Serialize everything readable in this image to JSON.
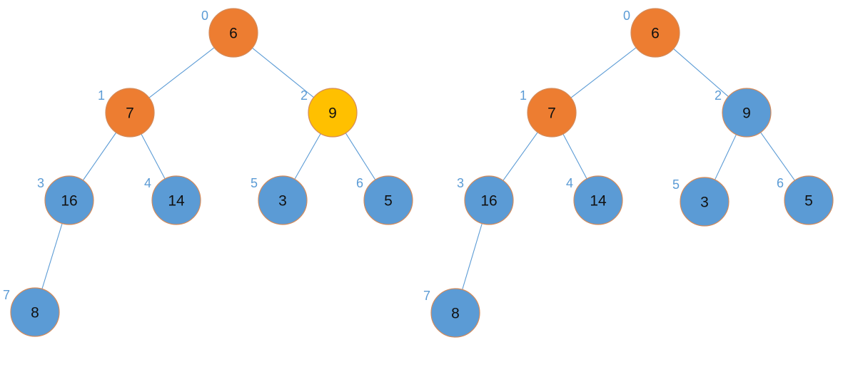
{
  "colors": {
    "default": "#5B9BD5",
    "visited": "#ED7D31",
    "current": "#FFC000",
    "edge": "#5B9BD5",
    "index_text": "#5B9BD5",
    "node_border": "#D38A5A"
  },
  "trees": [
    {
      "nodes": [
        {
          "index": "0",
          "value": "6",
          "state": "visited"
        },
        {
          "index": "1",
          "value": "7",
          "state": "visited"
        },
        {
          "index": "2",
          "value": "9",
          "state": "current"
        },
        {
          "index": "3",
          "value": "16",
          "state": "default"
        },
        {
          "index": "4",
          "value": "14",
          "state": "default"
        },
        {
          "index": "5",
          "value": "3",
          "state": "default"
        },
        {
          "index": "6",
          "value": "5",
          "state": "default"
        },
        {
          "index": "7",
          "value": "8",
          "state": "default"
        }
      ],
      "edges": [
        [
          0,
          1
        ],
        [
          0,
          2
        ],
        [
          1,
          3
        ],
        [
          1,
          4
        ],
        [
          2,
          5
        ],
        [
          2,
          6
        ],
        [
          3,
          7
        ]
      ]
    },
    {
      "nodes": [
        {
          "index": "0",
          "value": "6",
          "state": "visited"
        },
        {
          "index": "1",
          "value": "7",
          "state": "visited"
        },
        {
          "index": "2",
          "value": "9",
          "state": "default"
        },
        {
          "index": "3",
          "value": "16",
          "state": "default"
        },
        {
          "index": "4",
          "value": "14",
          "state": "default"
        },
        {
          "index": "5",
          "value": "3",
          "state": "default"
        },
        {
          "index": "6",
          "value": "5",
          "state": "default"
        },
        {
          "index": "7",
          "value": "8",
          "state": "default"
        }
      ],
      "edges": [
        [
          0,
          1
        ],
        [
          0,
          2
        ],
        [
          1,
          3
        ],
        [
          1,
          4
        ],
        [
          2,
          5
        ],
        [
          2,
          6
        ],
        [
          3,
          7
        ]
      ]
    }
  ]
}
